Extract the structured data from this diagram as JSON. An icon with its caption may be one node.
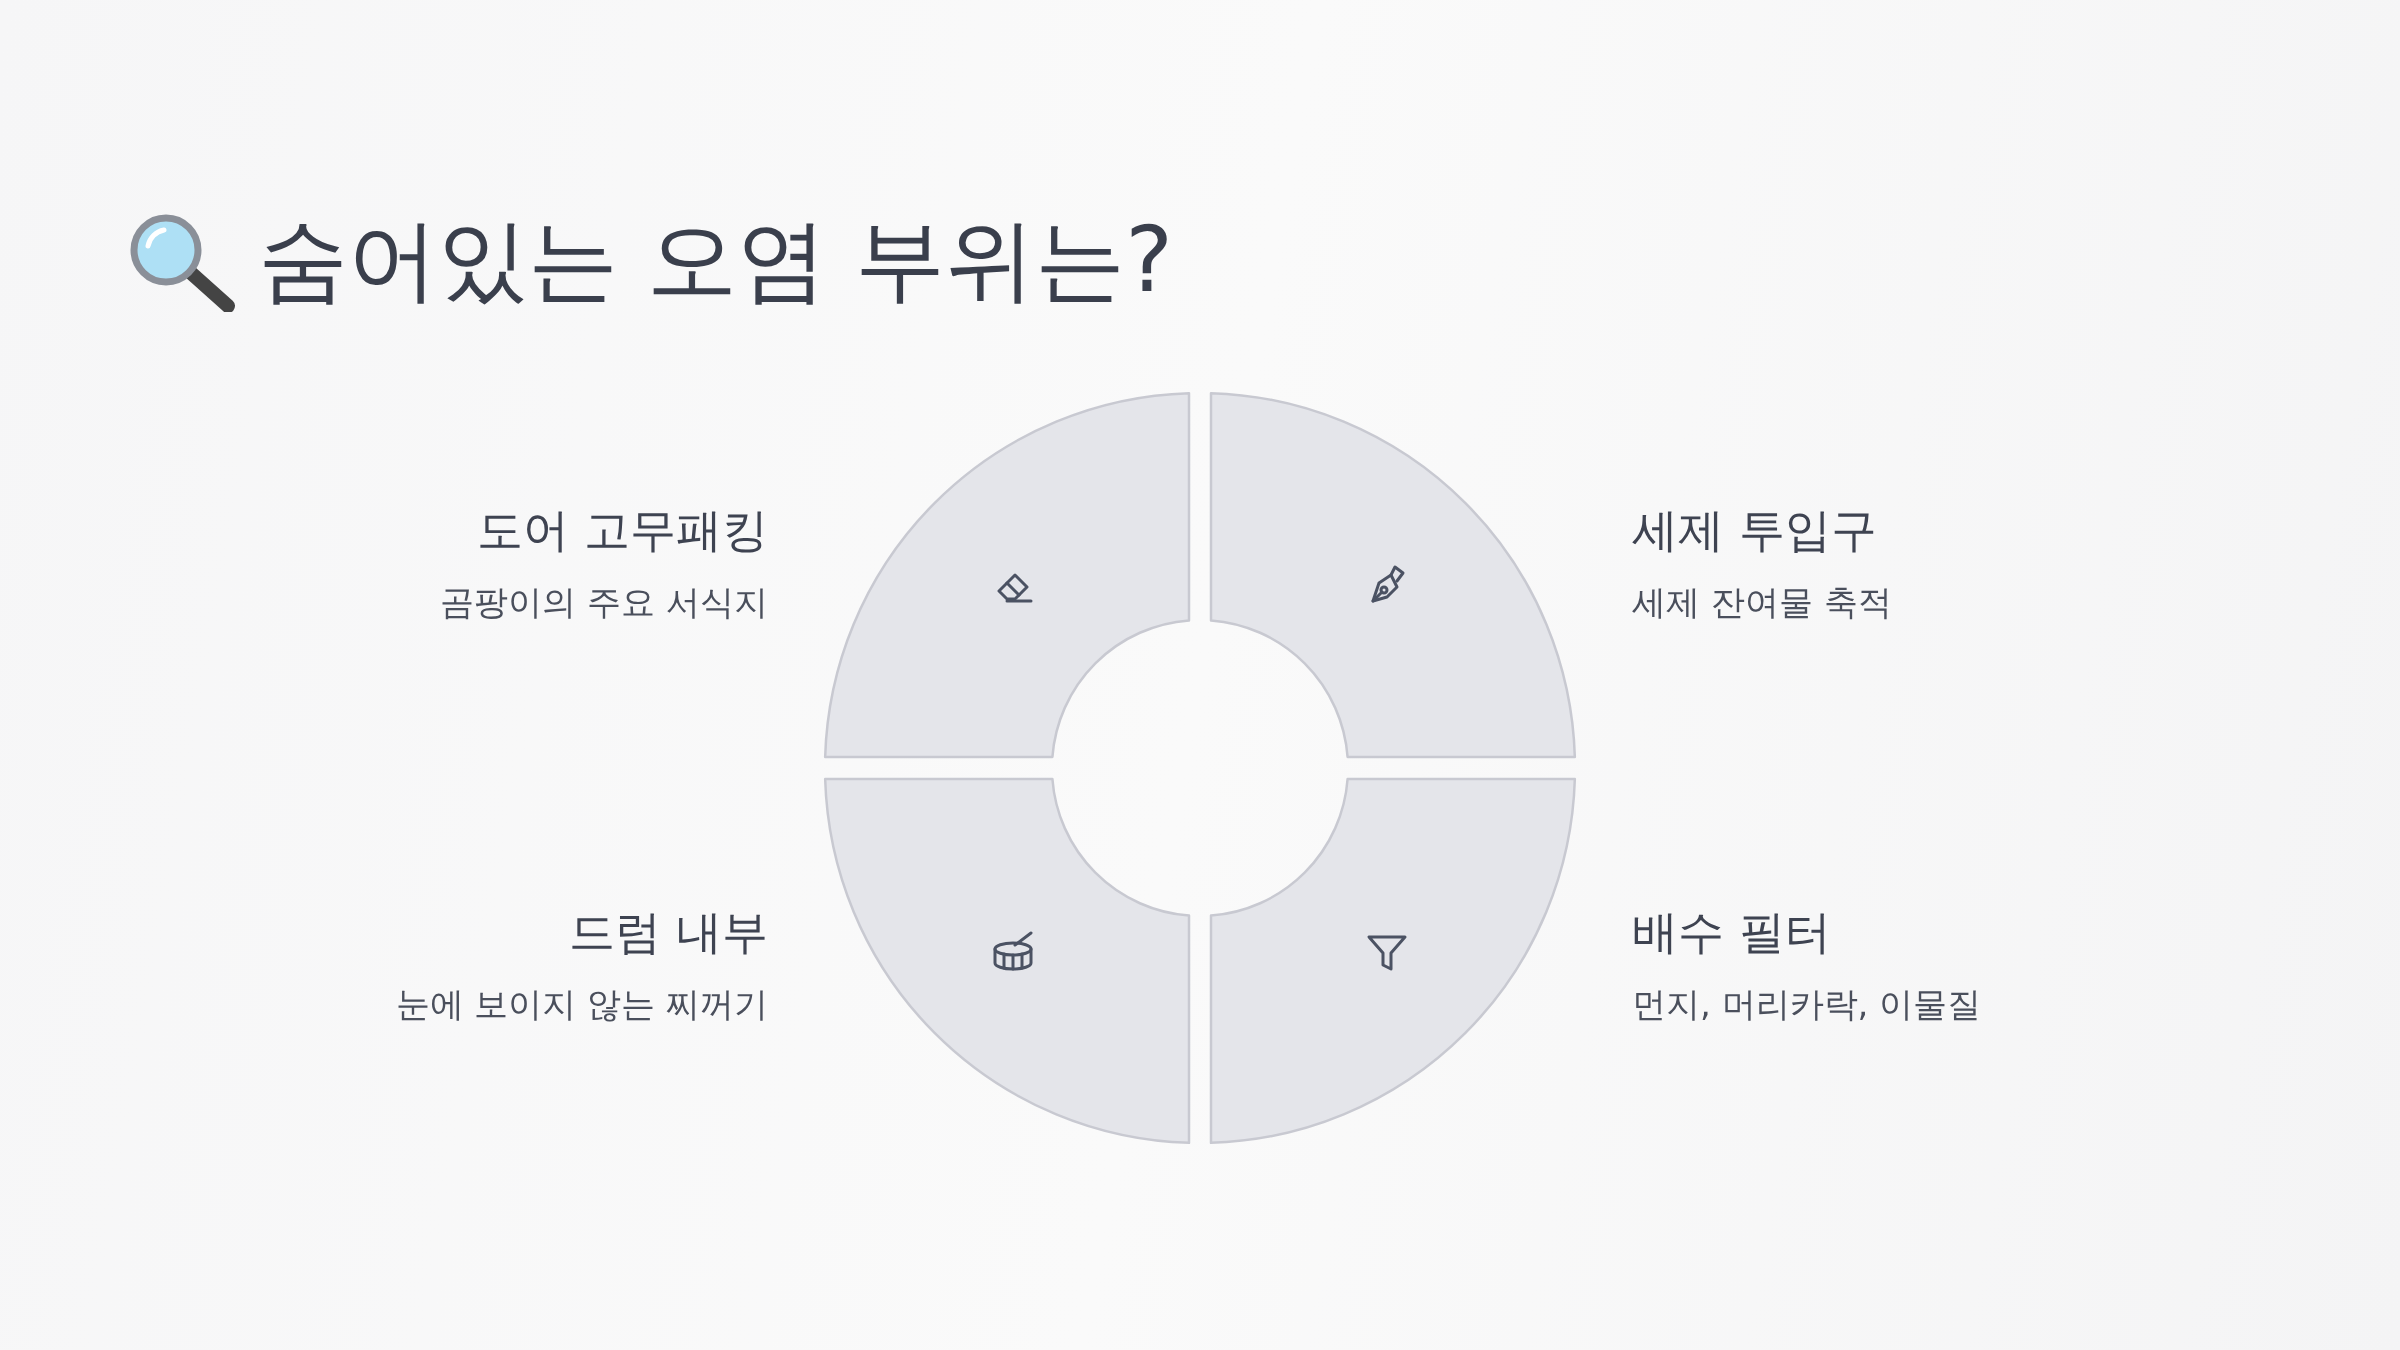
{
  "diagram": {
    "title": "숨어있는 오염 부위는?",
    "nodes": [
      {
        "text": [],
        "shape": "sector",
        "beside": [
          "도어 고무패킹",
          "곰팡이의 주요 서식지"
        ]
      },
      {
        "text": [],
        "shape": "sector",
        "beside": [
          "세제 투입구",
          "세제 잔여물 축적"
        ]
      },
      {
        "text": [],
        "shape": "sector",
        "beside": [
          "드럼 내부",
          "눈에 보이지 않는 찌꺼기"
        ]
      },
      {
        "text": [],
        "shape": "sector",
        "beside": [
          "배수 필터",
          "먼지, 머리카락, 이물질"
        ]
      }
    ]
  }
}
